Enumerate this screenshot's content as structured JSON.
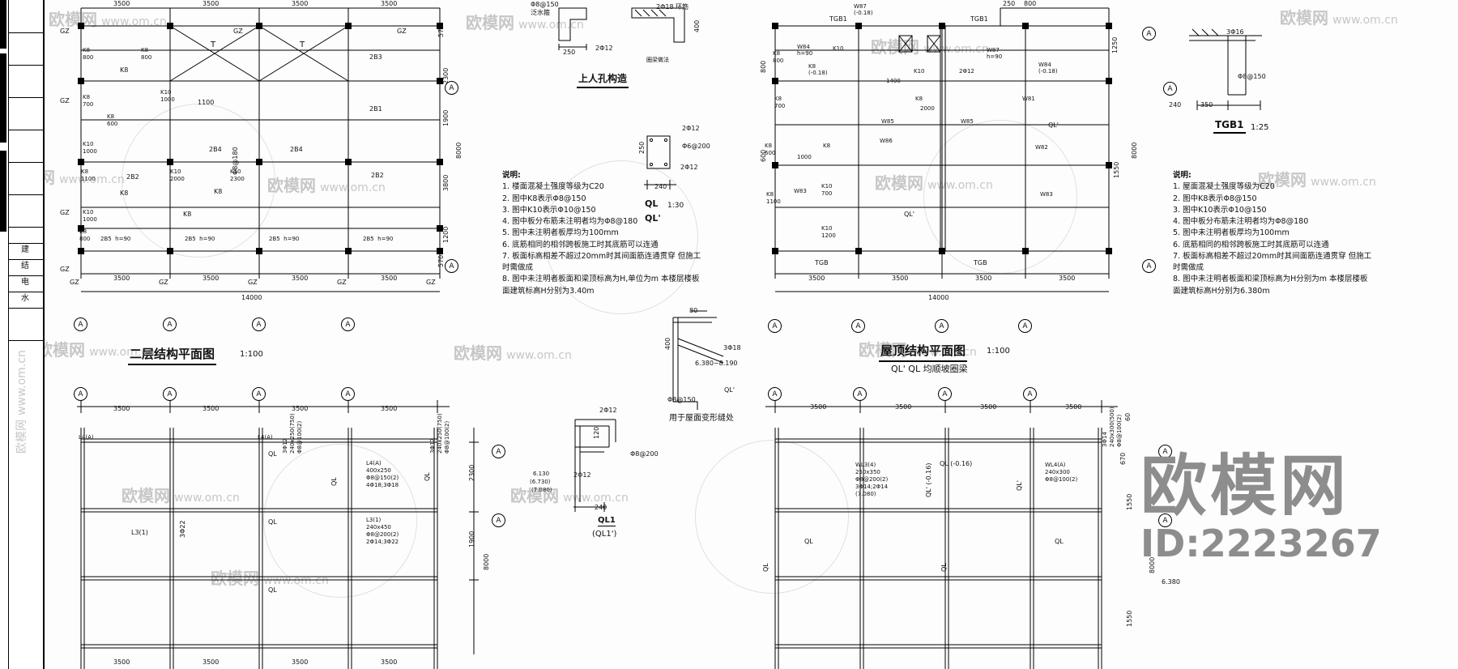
{
  "wm": {
    "brand": "欧模网",
    "url": "www.om.cn",
    "big_brand": "欧模网",
    "big_id": "ID:2223267"
  },
  "frame": {
    "cells": [
      "建",
      "结",
      "电",
      "水"
    ]
  },
  "axis": {
    "label": "A"
  },
  "plan2f": {
    "title": "二层结构平面图",
    "scale": "1:100"
  },
  "roof": {
    "title": "屋顶结构平面图",
    "scale": "1:100",
    "subtitle": "QL' QL 均顺坡圈梁"
  },
  "notes_left": {
    "title": "说明:",
    "items": [
      "1. 楼面混凝土强度等级为C20",
      "2. 图中K8表示Φ8@150",
      "3. 图中K10表示Φ10@150",
      "4. 图中板分布筋未注明者均为Φ8@180",
      "5. 图中未注明者板厚均为100mm",
      "6. 底筋相同的相邻跨板施工时其底筋可以连通",
      "7. 板面标高相差不超过20mm时其间面筋连通贯穿 但施工时需做成",
      "8. 图中未注明者板面和梁顶标高为H,单位为m 本楼层楼板面建筑标高H分别为3.40m"
    ]
  },
  "notes_right": {
    "title": "说明:",
    "items": [
      "1. 屋面混凝土强度等级为C20",
      "2. 图中K8表示Φ8@150",
      "3. 图中K10表示Φ10@150",
      "4. 图中板分布筋未注明者均为Φ8@180",
      "5. 图中未注明者板厚均为100mm",
      "6. 底筋相同的相邻跨板施工时其底筋可以连通",
      "7. 板面标高相差不超过20mm时其间面筋连通贯穿 但施工时需做成",
      "8. 图中未注明者板面和梁顶标高为H分别为m 本楼层楼板面建筑标高H分别为6.380m"
    ]
  },
  "manhole": {
    "title": "上人孔构造",
    "note1": "泛水箍",
    "note2": "环筋",
    "note3": "圈梁做法"
  },
  "qld": {
    "name": "QL",
    "scale": "1:30",
    "name2": "QL'"
  },
  "joint": {
    "caption": "用于屋面变形缝处",
    "range": "6.380~8.190"
  },
  "ql1d": {
    "name": "QL1",
    "name2": "(QL1')",
    "lv1": "6.130",
    "lv2": "(6.730)",
    "lv3": "(7.080)"
  },
  "tgb1d": {
    "title": "TGB1",
    "scale": "1:25"
  },
  "secl": {
    "stack1": "L4(A)\n400x250\nΦ8@150(2)\n4Φ18;3Φ18",
    "stack2": "L3(1)\n240x450\nΦ8@200(2)\n2Φ14;3Φ22",
    "rotstack": "3Φ12\n240x250(750)\nΦ8@100(2)",
    "l4a": "L4(A)",
    "l31": "L3(1)"
  },
  "secr": {
    "stack1": "WL3(4)\n250x350\nΦ8@200(2)\n3Φ14;2Φ14\n(7.080)",
    "stack2": "WL4(A)\n240x300\nΦ8@100(2)",
    "rotstack": "3Φ14\n240x300(500)\nΦ8@100(2)",
    "ql016": "QL (-0.16)",
    "qlp016": "QL' (-0.16)",
    "lv": "6.380"
  },
  "mem": {
    "k8": "K8",
    "k10": "K10",
    "gz": "GZ",
    "t": "T",
    "h90": "h=90",
    "b1": "2B1",
    "b2": "2B2",
    "b3": "2B3",
    "b4": "2B4",
    "b5": "2B5",
    "w81": "W81",
    "w82": "W82",
    "w83": "W83",
    "w84": "W84",
    "w85": "W85",
    "w86": "W86",
    "w87": "W87",
    "tgb": "TGB",
    "tgb1": "TGB1",
    "ql": "QL",
    "qlp": "QL'",
    "phi8_180": "Φ8@180",
    "phi8_150": "Φ8@150",
    "phi8_200": "Φ8@200",
    "phi6_200": "Φ6@200",
    "r2phi12": "2Φ12",
    "r2phi18": "2Φ18",
    "r3phi18": "3Φ18",
    "r3phi16": "3Φ16",
    "r3phi22": "3Φ22"
  },
  "combo": {
    "ck8_800": "K8\n800",
    "ck8_700": "K8\n700",
    "ck8_600": "K8\n600",
    "ck8_1100": "K8\n1100",
    "ck10_1000": "K10\n1000",
    "ck10_2000": "K10\n2000",
    "ck10_2300": "K10\n2300",
    "ck10_700": "K10\n700",
    "ck10_1200": "K10\n1200",
    "cb5": "2B5  h=90",
    "cw84": "W84\nh=90",
    "cw87": "W87\nh=90",
    "cw84n": "W84\n(-0.18)",
    "cw87n": "W87\n(-0.18)",
    "ck8n": "K8\n(-0.18)"
  },
  "num": {
    "n250": "250",
    "n800": "800",
    "n600": "600",
    "n700": "700",
    "n1000": "1000",
    "n1100": "1100",
    "n1400": "1400",
    "n2000": "2000",
    "n3500": "3500",
    "n14000": "14000",
    "n8000": "8000",
    "n570": "570",
    "n2300": "2300",
    "n1900": "1900",
    "n3800": "3800",
    "n1200": "1200",
    "n1250": "1250",
    "n1550": "1550",
    "n670": "670",
    "n60": "60",
    "n240": "240",
    "n350": "350",
    "n400": "400",
    "n120": "120",
    "n80": "80"
  }
}
